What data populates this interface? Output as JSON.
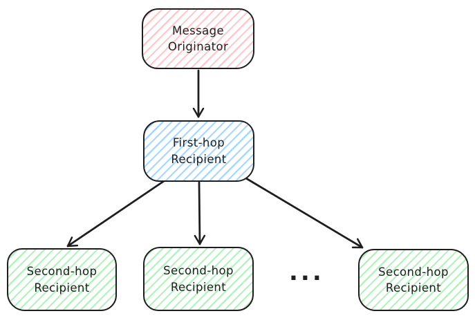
{
  "diagram": {
    "type": "flowchart",
    "nodes": {
      "originator": {
        "line1": "Message",
        "line2": "Originator",
        "fill": "#ffc9c9"
      },
      "first_hop": {
        "line1": "First-hop",
        "line2": "Recipient",
        "fill": "#a5d8ff"
      },
      "second_hop_1": {
        "line1": "Second-hop",
        "line2": "Recipient",
        "fill": "#b2f2bb"
      },
      "second_hop_2": {
        "line1": "Second-hop",
        "line2": "Recipient",
        "fill": "#b2f2bb"
      },
      "second_hop_3": {
        "line1": "Second-hop",
        "line2": "Recipient",
        "fill": "#b2f2bb"
      }
    },
    "ellipsis": "...",
    "edges": [
      {
        "from": "originator",
        "to": "first_hop"
      },
      {
        "from": "first_hop",
        "to": "second_hop_1"
      },
      {
        "from": "first_hop",
        "to": "second_hop_2"
      },
      {
        "from": "first_hop",
        "to": "second_hop_3"
      }
    ],
    "colors": {
      "stroke": "#1e1e1e",
      "originator_fill": "#ffc9c9",
      "first_hop_fill": "#a5d8ff",
      "second_hop_fill": "#b2f2bb",
      "background": "#ffffff"
    }
  }
}
